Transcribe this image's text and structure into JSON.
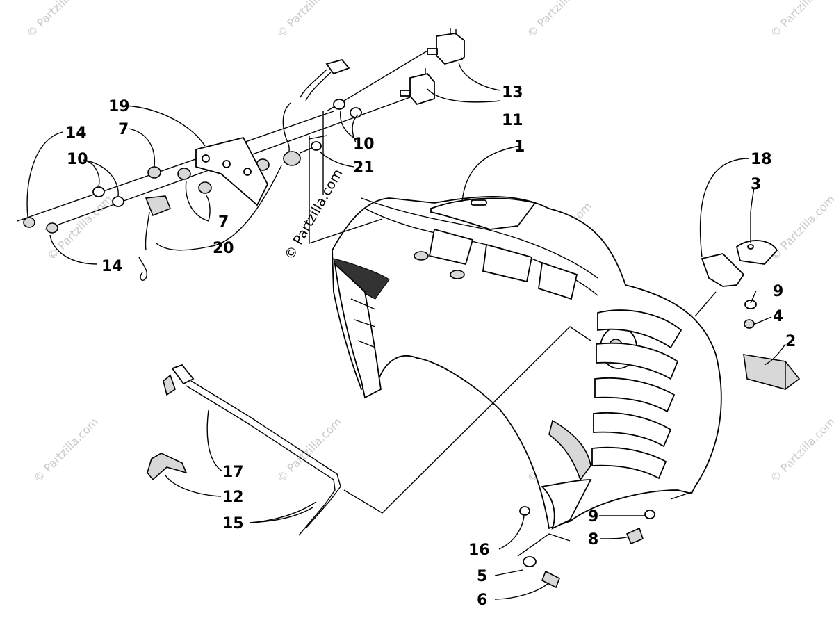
{
  "watermark": {
    "text": "© Partzilla.com"
  },
  "callouts": {
    "c1": "1",
    "c2": "2",
    "c3": "3",
    "c4": "4",
    "c5": "5",
    "c6": "6",
    "c7a": "7",
    "c7b": "7",
    "c8": "8",
    "c9a": "9",
    "c9b": "9",
    "c10a": "10",
    "c10b": "10",
    "c11": "11",
    "c12": "12",
    "c13": "13",
    "c14a": "14",
    "c14b": "14",
    "c15": "15",
    "c16": "16",
    "c17": "17",
    "c18": "18",
    "c19": "19",
    "c20": "20",
    "c21": "21"
  }
}
